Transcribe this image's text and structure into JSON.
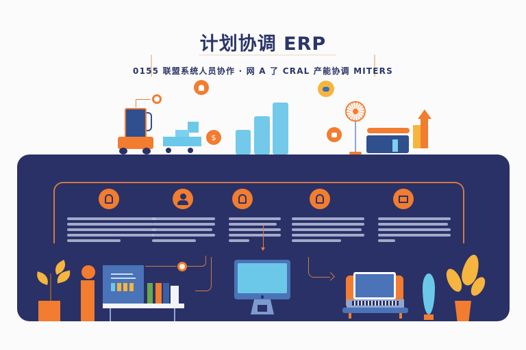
{
  "header": {
    "title": "计划协调 ERP",
    "subtitle": "0155 联盟系统人员协作 · 网 A 了 CRAL 产能协调 MITERS"
  },
  "colors": {
    "navy": "#2a3166",
    "title_navy": "#2b3567",
    "orange": "#f27c2f",
    "yellow": "#f5b53f",
    "light_blue": "#6cc8e8",
    "wire": "#d17a47"
  },
  "top_illustrations": [
    {
      "name": "forklift",
      "color": "#f27c2f"
    },
    {
      "name": "cart-with-boxes",
      "color": "#6cc8e8"
    },
    {
      "name": "bar-chart",
      "bars": 3,
      "color": "#6cc8e8"
    },
    {
      "name": "fan",
      "color": "#f27c2f"
    },
    {
      "name": "storage-unit",
      "color": "#2c4a8a"
    },
    {
      "name": "growth-arrow",
      "color": "#f27c2f"
    }
  ],
  "top_icons": [
    {
      "icon": "gear-icon"
    },
    {
      "icon": "user-icon"
    },
    {
      "icon": "dollar-icon"
    },
    {
      "icon": "cloud-icon"
    },
    {
      "icon": "hand-icon"
    }
  ],
  "steps": [
    {
      "icon": "worker-icon",
      "lines": 5
    },
    {
      "icon": "user-icon",
      "lines": 5
    },
    {
      "icon": "engineer-icon",
      "lines": 5
    },
    {
      "icon": "manager-icon",
      "lines": 5
    },
    {
      "icon": "monitor-icon",
      "lines": 5
    }
  ],
  "bottom_illustrations": [
    {
      "name": "potted-plant-left"
    },
    {
      "name": "info-pillar"
    },
    {
      "name": "dashboard-board-on-desk"
    },
    {
      "name": "binders"
    },
    {
      "name": "desktop-world-map"
    },
    {
      "name": "laptop-on-sofa"
    },
    {
      "name": "blue-plant"
    },
    {
      "name": "potted-plant-right"
    }
  ]
}
